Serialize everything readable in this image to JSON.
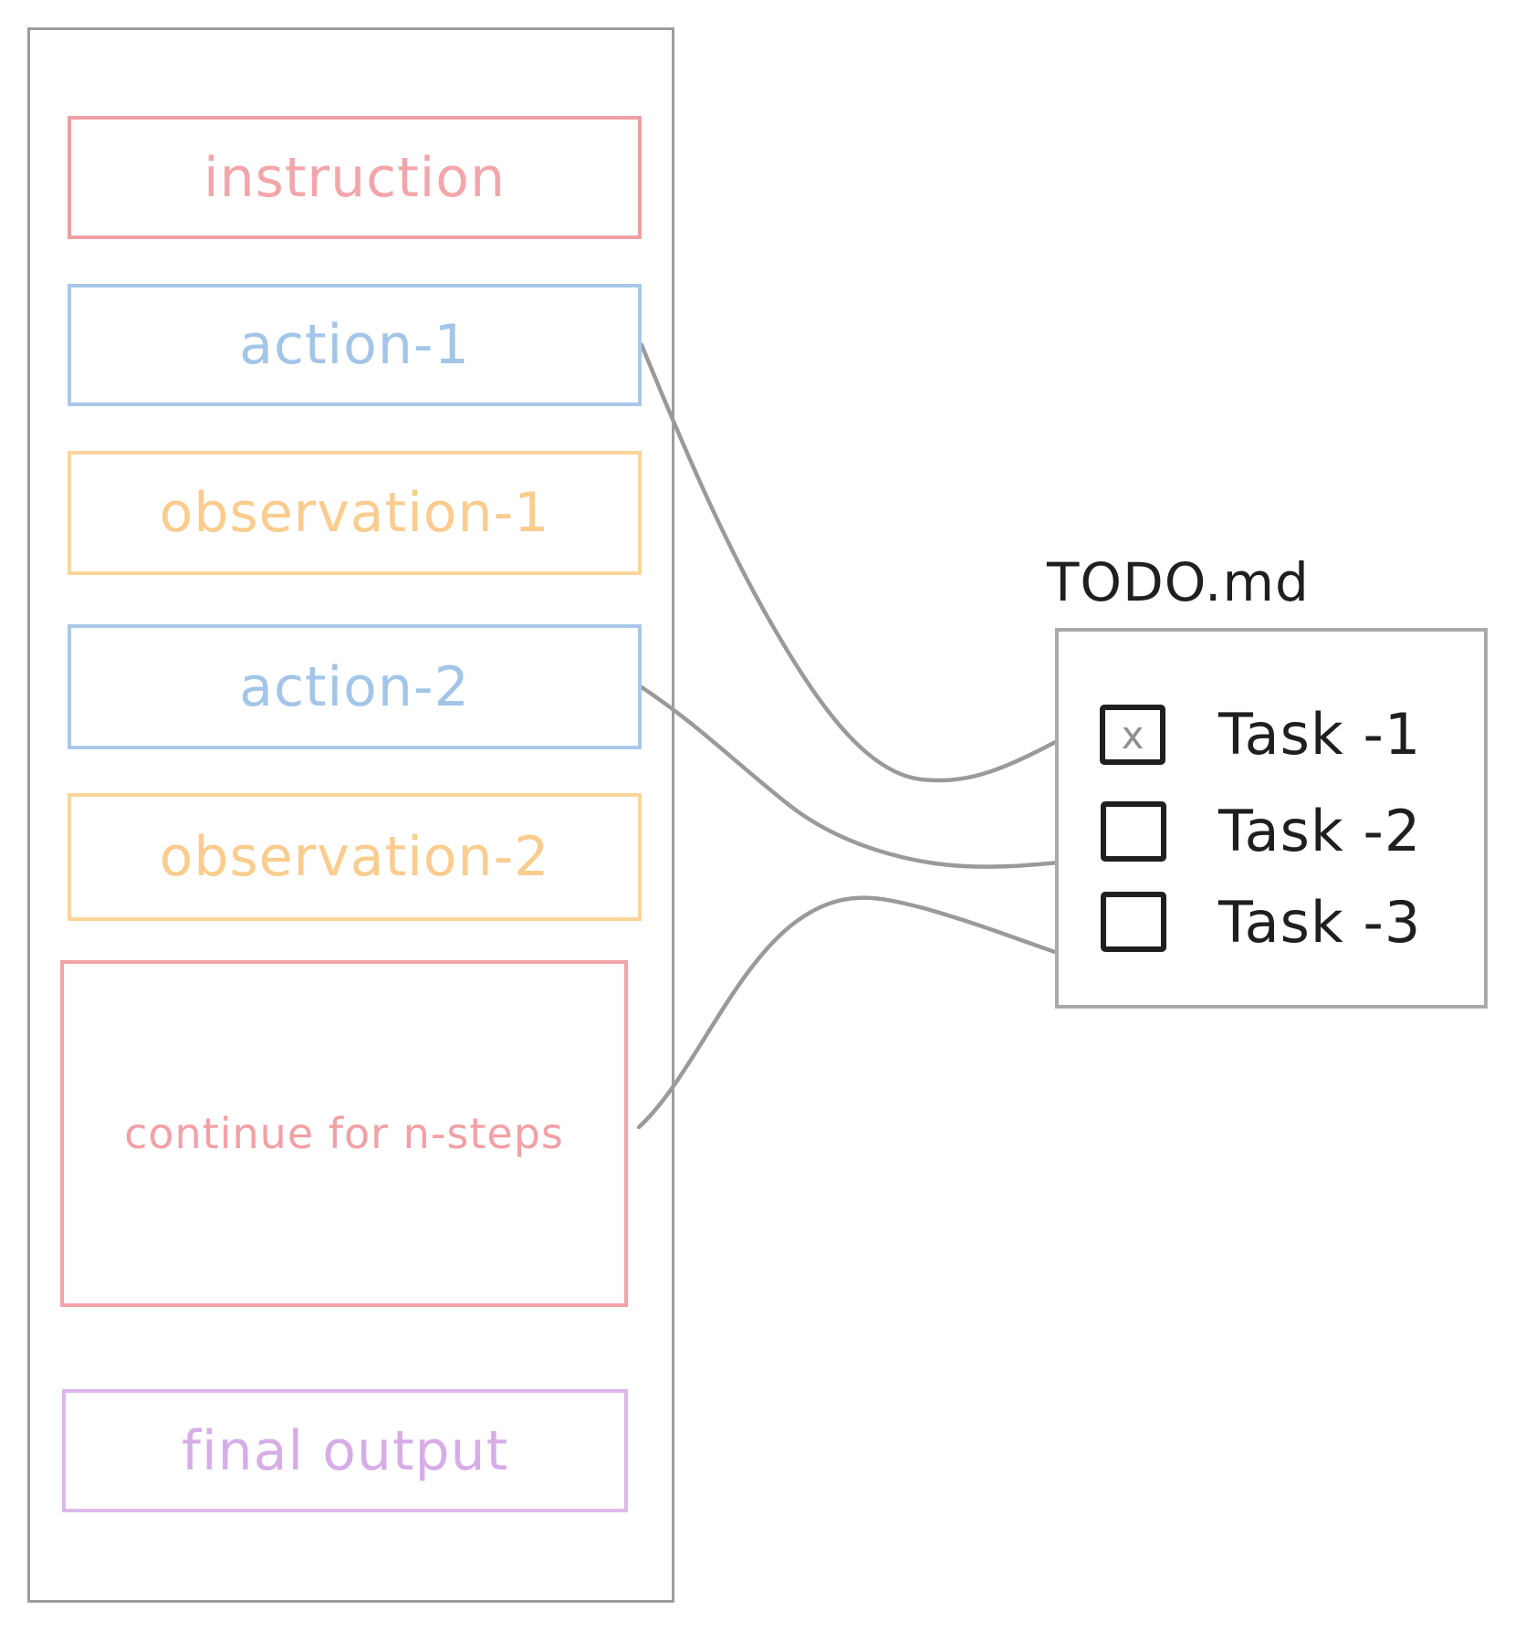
{
  "diagram_title": "",
  "agent_panel": {
    "boxes": [
      {
        "id": "instruction",
        "label": "instruction",
        "border_color": "#EF9FA4",
        "text_color": "#F3A6AA"
      },
      {
        "id": "action-1",
        "label": "action-1",
        "border_color": "#A9C8E8",
        "text_color": "#A2C5E8"
      },
      {
        "id": "observation-1",
        "label": "observation-1",
        "border_color": "#FAD49A",
        "text_color": "#FACC8E"
      },
      {
        "id": "action-2",
        "label": "action-2",
        "border_color": "#A9C8E8",
        "text_color": "#A2C5E8"
      },
      {
        "id": "observation-2",
        "label": "observation-2",
        "border_color": "#FAD49A",
        "text_color": "#FACC8E"
      },
      {
        "id": "continue",
        "label": "continue for n-steps",
        "border_color": "#F2A3A8",
        "text_color": "#F3A0A5"
      },
      {
        "id": "final-output",
        "label": "final output",
        "border_color": "#DCB9EC",
        "text_color": "#D7ADE8"
      }
    ],
    "panel_border_color": "#9C9C9C"
  },
  "todo": {
    "title": "TODO.md",
    "panel_border_color": "#A9A9A9",
    "checkbox_border_color": "#1F1F1F",
    "check_mark_color": "#8F8F8F",
    "text_color": "#1F1F1F",
    "tasks": [
      {
        "label": "Task -1",
        "checked": true,
        "mark": "x"
      },
      {
        "label": "Task -2",
        "checked": false,
        "mark": ""
      },
      {
        "label": "Task -3",
        "checked": false,
        "mark": ""
      }
    ]
  },
  "connectors": {
    "color": "#9A9A9A",
    "description": "three curved lines from action-1, action-2 and continue-for-n-steps boxes converging into the TODO.md panel"
  }
}
